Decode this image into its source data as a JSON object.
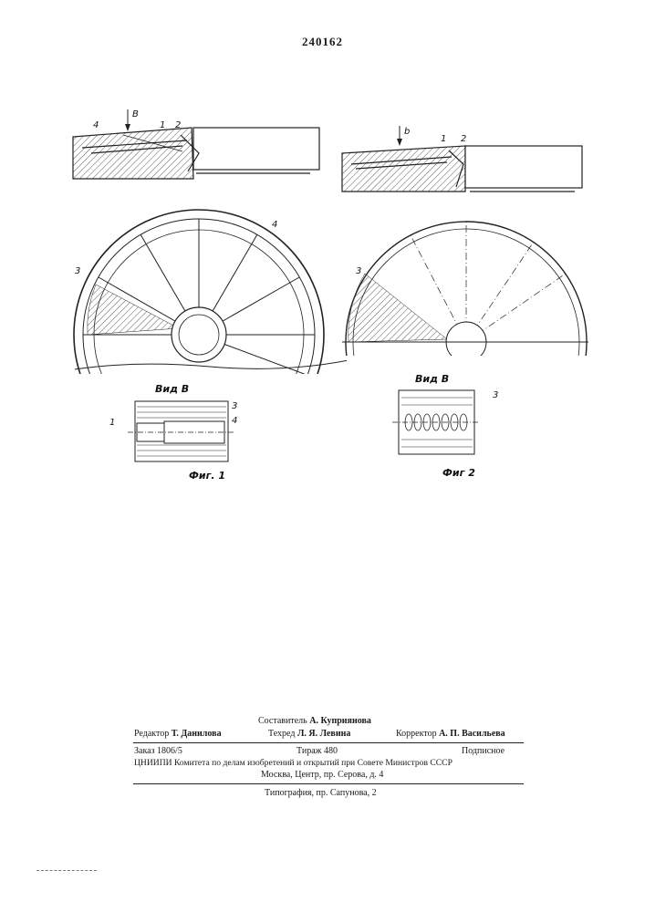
{
  "patent_number": "240162",
  "fig1": {
    "labels": {
      "view_arrow": "В",
      "n1": "1",
      "n2": "2",
      "n3": "3",
      "n4": "4"
    },
    "view_title": "Вид В",
    "view_labels": {
      "n1": "1",
      "n3": "3",
      "n4": "4"
    },
    "caption": "Фиг. 1"
  },
  "fig2": {
    "labels": {
      "view_arrow": "b",
      "n1": "1",
      "n2": "2",
      "n3": "3"
    },
    "view_title": "Вид В",
    "view_labels": {
      "n3": "3"
    },
    "caption": "Фиг 2"
  },
  "colophon": {
    "compiler_label": "Составитель",
    "compiler_name": "А. Куприянова",
    "editor_label": "Редактор",
    "editor_name": "Т. Данилова",
    "techred_label": "Техред",
    "techred_name": "Л. Я. Левина",
    "corrector_label": "Корректор",
    "corrector_name": "А. П. Васильева",
    "order": "Заказ 1806/5",
    "circulation": "Тираж 480",
    "subscription": "Подписное",
    "institute": "ЦНИИПИ Комитета по делам изобретений и открытий при Совете Министров СССР",
    "address": "Москва, Центр, пр. Серова, д. 4",
    "printing": "Типография, пр. Сапунова, 2"
  }
}
